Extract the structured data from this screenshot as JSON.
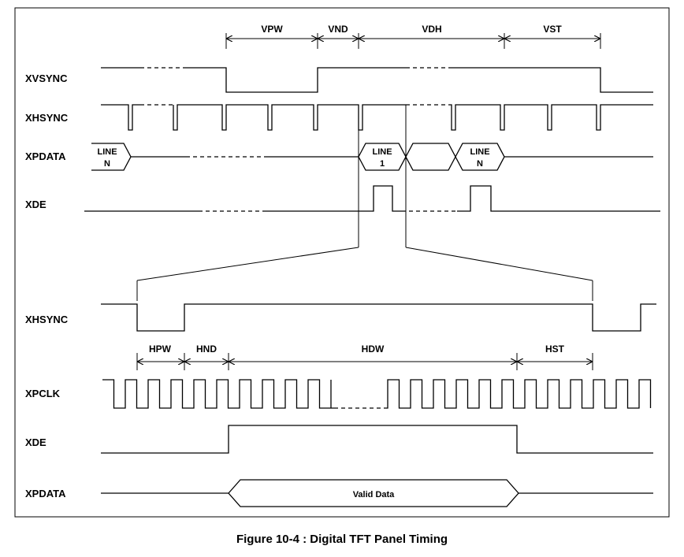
{
  "signals_top": [
    "XVSYNC",
    "XHSYNC",
    "XPDATA",
    "XDE"
  ],
  "signals_bottom": [
    "XHSYNC",
    "XPCLK",
    "XDE",
    "XPDATA"
  ],
  "vertical_segments": [
    "VPW",
    "VND",
    "VDH",
    "VST"
  ],
  "horizontal_segments": [
    "HPW",
    "HND",
    "HDW",
    "HST"
  ],
  "data_boxes": {
    "line_n_first": [
      "LINE",
      "N"
    ],
    "line_1": [
      "LINE",
      "1"
    ],
    "line_n_last": [
      "LINE",
      "N"
    ]
  },
  "valid_data": "Valid Data",
  "caption": "Figure 10-4 : Digital TFT Panel Timing"
}
